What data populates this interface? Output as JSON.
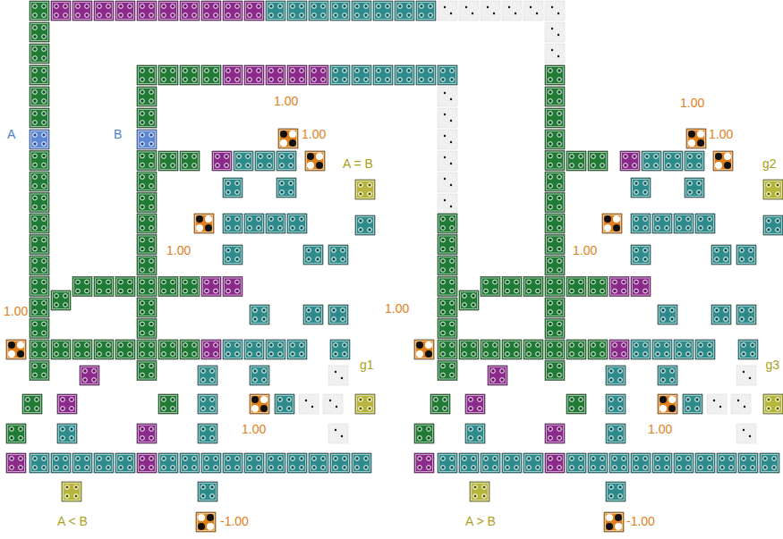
{
  "diagram": {
    "labels": [
      "A",
      "B",
      "1.00",
      "1.00",
      "1.00",
      "1.00",
      "A = B",
      "g2",
      "1.00",
      "1.00",
      "1.00",
      "1.00",
      "g1",
      "g3",
      "1.00",
      "1.00",
      "A < B",
      "-1.00",
      "A > B",
      "-1.00"
    ]
  }
}
